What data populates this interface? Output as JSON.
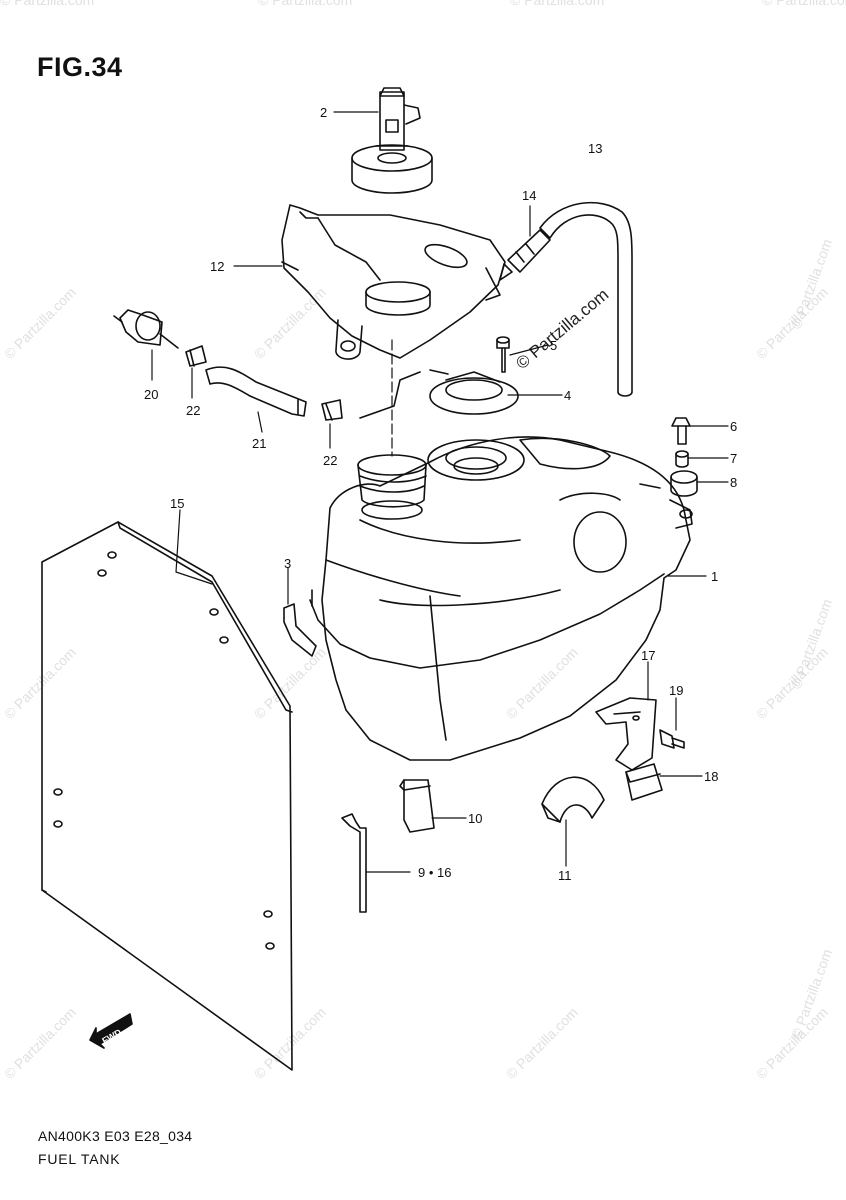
{
  "title": "FIG.34",
  "diagram_code": "AN400K3 E03 E28_034",
  "diagram_name": "FUEL TANK",
  "watermark": "© Partzilla.com",
  "fwd_label": "FWD",
  "callouts": [
    {
      "id": "c1",
      "label": "1"
    },
    {
      "id": "c2",
      "label": "2"
    },
    {
      "id": "c3",
      "label": "3"
    },
    {
      "id": "c4",
      "label": "4"
    },
    {
      "id": "c5",
      "label": "5"
    },
    {
      "id": "c6",
      "label": "6"
    },
    {
      "id": "c7",
      "label": "7"
    },
    {
      "id": "c8",
      "label": "8"
    },
    {
      "id": "c9",
      "label": "9 • 16"
    },
    {
      "id": "c10",
      "label": "10"
    },
    {
      "id": "c11",
      "label": "11"
    },
    {
      "id": "c12",
      "label": "12"
    },
    {
      "id": "c13",
      "label": "13"
    },
    {
      "id": "c14",
      "label": "14"
    },
    {
      "id": "c15",
      "label": "15"
    },
    {
      "id": "c17",
      "label": "17"
    },
    {
      "id": "c18",
      "label": "18"
    },
    {
      "id": "c19",
      "label": "19"
    },
    {
      "id": "c20",
      "label": "20"
    },
    {
      "id": "c21",
      "label": "21"
    },
    {
      "id": "c22a",
      "label": "22"
    },
    {
      "id": "c22b",
      "label": "22"
    }
  ]
}
